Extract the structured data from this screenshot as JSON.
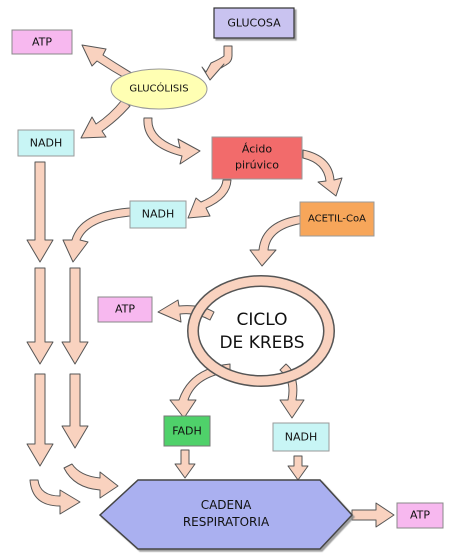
{
  "nodes": {
    "glucosa": {
      "label": "GLUCOSA",
      "color": "#c9c3f0"
    },
    "atp_top": {
      "label": "ATP",
      "color": "#f7b8ef"
    },
    "glucolisis": {
      "label": "GLUCÓLISIS",
      "color": "#ffffb3"
    },
    "nadh_left": {
      "label": "NADH",
      "color": "#c8f5f5"
    },
    "acido_piruvico": {
      "line1": "Ácido",
      "line2": "pirúvico",
      "color": "#f26b6b"
    },
    "nadh_mid": {
      "label": "NADH",
      "color": "#c8f5f5"
    },
    "acetil_coa": {
      "label": "ACETIL-CoA",
      "color": "#f7a65a"
    },
    "atp_krebs": {
      "label": "ATP",
      "color": "#f7b8ef"
    },
    "krebs": {
      "line1": "CICLO",
      "line2": "DE KREBS"
    },
    "fadh": {
      "label": "FADH",
      "color": "#4fd16a"
    },
    "nadh_krebs": {
      "label": "NADH",
      "color": "#c8f5f5"
    },
    "cadena": {
      "line1": "CADENA",
      "line2": "RESPIRATORIA",
      "color": "#aab0f0"
    },
    "atp_bottom": {
      "label": "ATP",
      "color": "#f7b8ef"
    }
  },
  "colors": {
    "arrow_fill": "#f9d2bf",
    "arrow_stroke": "#555555"
  }
}
